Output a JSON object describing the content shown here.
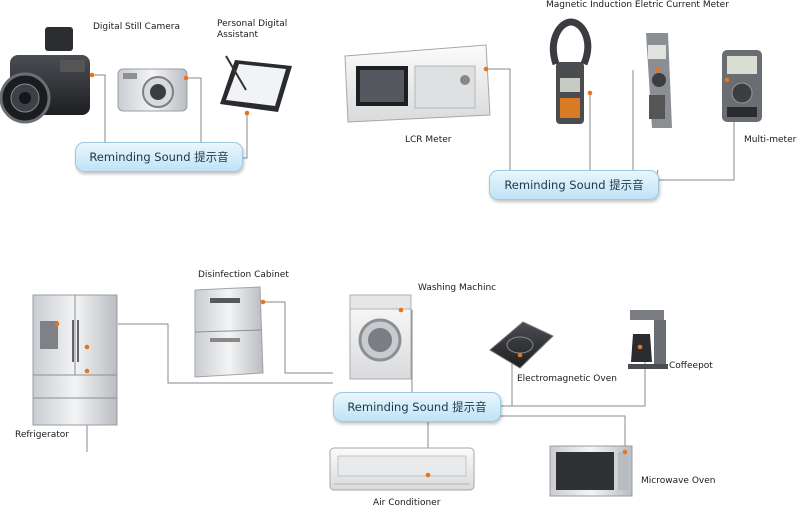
{
  "groups": [
    {
      "hub": {
        "text": "Reminding Sound 提示音"
      },
      "devices": [
        {
          "label": "Digital Still Camera",
          "icon": "camera-icon"
        },
        {
          "label": "Personal Digital\nAssistant",
          "icon": "pda-icon"
        }
      ]
    },
    {
      "hub": {
        "text": "Reminding Sound 提示音"
      },
      "devices": [
        {
          "label": "Magnetic Induction Eletric Current Meter",
          "icon": "clamp-meter-icon"
        },
        {
          "label": "LCR Meter",
          "icon": "lcr-meter-icon"
        },
        {
          "label": "Multi-meter",
          "icon": "multimeter-icon"
        }
      ]
    },
    {
      "hub": {
        "text": "Reminding Sound 提示音"
      },
      "devices": [
        {
          "label": "Disinfection Cabinet",
          "icon": "disinfection-cabinet-icon"
        },
        {
          "label": "Washing Machinc",
          "icon": "washing-machine-icon"
        },
        {
          "label": "Refrigerator",
          "icon": "refrigerator-icon"
        },
        {
          "label": "Electromagnetic Oven",
          "icon": "induction-cooker-icon"
        },
        {
          "label": "Coffeepot",
          "icon": "coffee-maker-icon"
        },
        {
          "label": "Air Conditioner",
          "icon": "air-conditioner-icon"
        },
        {
          "label": "Microwave Oven",
          "icon": "microwave-oven-icon"
        }
      ]
    }
  ],
  "colors": {
    "connector": "#8a8a8a",
    "dot": "#e8741e",
    "hub_fill": "#c6e6f6",
    "hub_text": "#1b3850"
  }
}
